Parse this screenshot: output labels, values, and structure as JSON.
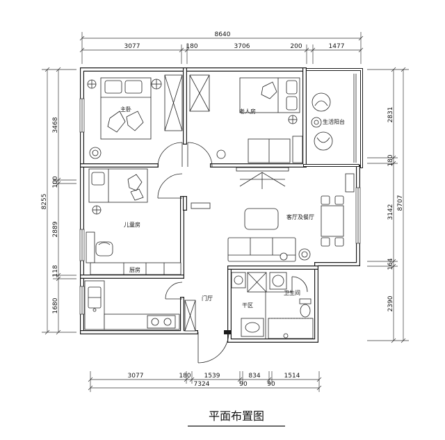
{
  "title": "平面布置图",
  "dimensions": {
    "top": {
      "total": "8640",
      "segments": [
        "3077",
        "180",
        "3706",
        "200",
        "1477"
      ]
    },
    "bottom": {
      "total": "7324",
      "segments": [
        "3077",
        "180",
        "1539",
        "90",
        "834",
        "90",
        "1514"
      ]
    },
    "left": {
      "total": "8255",
      "segments": [
        "3468",
        "100",
        "2889",
        "118",
        "1680"
      ]
    },
    "right": {
      "total": "8707",
      "segments": [
        "2831",
        "180",
        "3142",
        "164",
        "2390"
      ]
    }
  },
  "rooms": {
    "master_bedroom": "主卧",
    "elderly_room": "老人房",
    "balcony": "生活阳台",
    "children_room": "儿童房",
    "living_dining": "客厅及餐厅",
    "kitchen": "厨房",
    "foyer": "门厅",
    "dry_area": "干区",
    "bathroom": "卫生间"
  }
}
